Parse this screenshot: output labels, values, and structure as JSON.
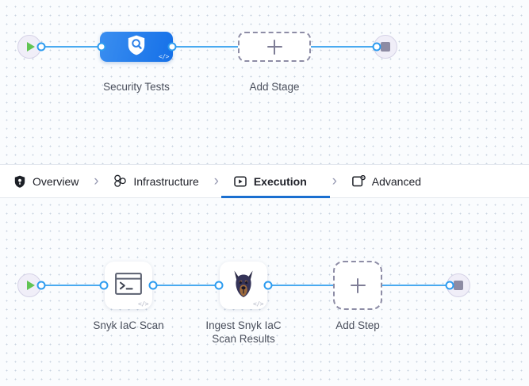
{
  "app": {
    "canvas_background": "#fafcfe",
    "edge_color": "#4aaaf0",
    "accent_color": "#1a6fd0",
    "stage_color": "#1570e8"
  },
  "tabs": {
    "separator": "›",
    "items": [
      {
        "label": "Overview",
        "icon": "shield-icon",
        "active": false
      },
      {
        "label": "Infrastructure",
        "icon": "nodes-cluster-icon",
        "active": false
      },
      {
        "label": "Execution",
        "icon": "play-box-icon",
        "active": true
      },
      {
        "label": "Advanced",
        "icon": "card-gear-icon",
        "active": false
      }
    ]
  },
  "stage_graph": {
    "start_node": {
      "name": "pipeline-start",
      "icon": "play-icon"
    },
    "end_node": {
      "name": "pipeline-end",
      "icon": "stop-icon"
    },
    "nodes": [
      {
        "label": "Security Tests",
        "icon": "shield-search-icon",
        "badge": "</>",
        "type": "stage"
      },
      {
        "label": "Add Stage",
        "icon": "plus-icon",
        "type": "add"
      }
    ]
  },
  "step_graph": {
    "start_node": {
      "name": "execution-start",
      "icon": "play-icon"
    },
    "end_node": {
      "name": "execution-end",
      "icon": "stop-icon"
    },
    "nodes": [
      {
        "label": "Snyk IaC Scan",
        "icon": "terminal-icon",
        "badge": "</>",
        "type": "step"
      },
      {
        "label": "Ingest Snyk IaC\nScan Results",
        "icon": "snyk-dog-icon",
        "badge": "</>",
        "type": "step"
      },
      {
        "label": "Add Step",
        "icon": "plus-icon",
        "type": "add"
      }
    ]
  }
}
